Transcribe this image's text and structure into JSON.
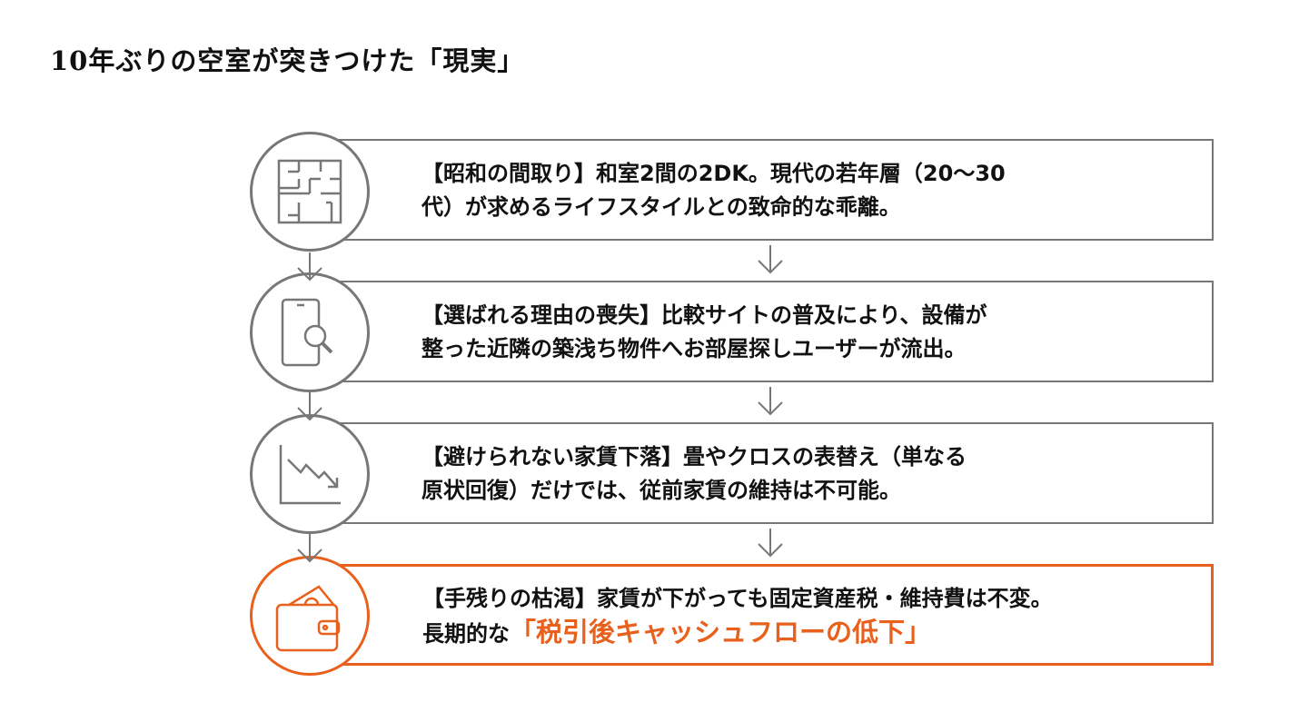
{
  "title": "10年ぶりの空室が突きつけた「現実」",
  "colors": {
    "accent": "#E8601C",
    "gray": "#777777"
  },
  "steps": [
    {
      "icon": "floor-plan-icon",
      "line1": "【昭和の間取り】和室2間の2DK。現代の若年層（20〜30",
      "line2": "代）が求めるライフスタイルとの致命的な乖離。"
    },
    {
      "icon": "phone-search-icon",
      "line1": "【選ばれる理由の喪失】比較サイトの普及により、設備が",
      "line2": "整った近隣の築浅ち物件へお部屋探しユーザーが流出。"
    },
    {
      "icon": "declining-chart-icon",
      "line1": "【避けられない家賃下落】畳やクロスの表替え（単なる",
      "line2": "原状回復）だけでは、従前家賃の維持は不可能。"
    },
    {
      "icon": "wallet-icon",
      "line1": "【手残りの枯渇】家賃が下がっても固定資産税・維持費は不変。",
      "line2_prefix": "長期的な",
      "line2_highlight": "「税引後キャッシュフローの低下」"
    }
  ]
}
